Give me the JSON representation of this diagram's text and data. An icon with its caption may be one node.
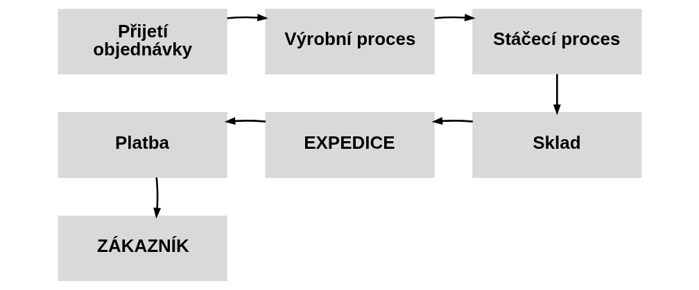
{
  "diagram": {
    "nodes": [
      {
        "text": [
          "Přijetí objednávky"
        ]
      },
      {
        "text": [
          "Výrobní proces"
        ]
      },
      {
        "text": [
          "Stáčecí proces"
        ]
      },
      {
        "text": [
          "Sklad"
        ]
      },
      {
        "text": [
          "EXPEDICE"
        ]
      },
      {
        "text": [
          "Platba"
        ]
      },
      {
        "text": [
          "ZÁKAZNÍK"
        ]
      }
    ],
    "edges": [
      {
        "from": 0,
        "to": 1,
        "arrow": "to"
      },
      {
        "from": 1,
        "to": 2,
        "arrow": "to"
      },
      {
        "from": 2,
        "to": 3,
        "arrow": "to"
      },
      {
        "from": 3,
        "to": 4,
        "arrow": "to"
      },
      {
        "from": 4,
        "to": 5,
        "arrow": "to"
      },
      {
        "from": 5,
        "to": 6,
        "arrow": "to"
      }
    ]
  }
}
